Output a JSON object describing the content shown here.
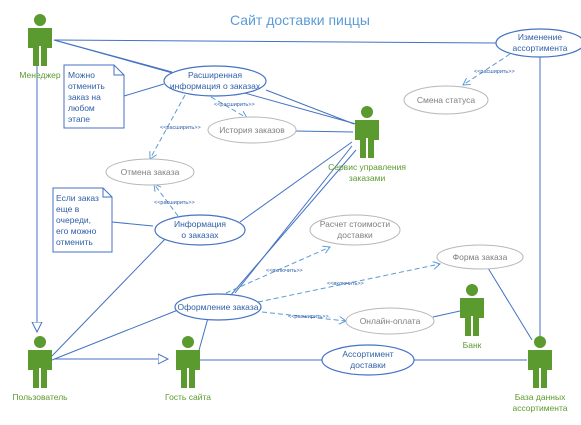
{
  "title": "Сайт доставки пиццы",
  "actors": {
    "manager": "Менеджер",
    "order_service": [
      "Сервис управления",
      "заказами"
    ],
    "user": "Пользователь",
    "guest": "Гость сайта",
    "bank": "Банк",
    "assortment_db": [
      "База данных",
      "ассортимента"
    ]
  },
  "use_cases": {
    "change_assortment": [
      "Изменение",
      "ассортимента"
    ],
    "status_change": "Смена статуса",
    "extended_info": [
      "Расширенная",
      "информация о заказах"
    ],
    "order_history": "История заказов",
    "cancel_order": "Отмена заказа",
    "order_info": [
      "Информация",
      "о заказах"
    ],
    "cost_calc": [
      "Расчет стоимости",
      "доставки"
    ],
    "order_form": "Форма заказа",
    "place_order": "Оформление заказа",
    "online_payment": "Онлайн-оплата",
    "delivery_assortment": [
      "Ассортимент",
      "доставки"
    ]
  },
  "stereotypes": {
    "extend": "<<расширить>>",
    "extend_trailing": "<<расширить>>.",
    "include": "<<включить>>"
  },
  "notes": {
    "manager_note": [
      "Можно",
      "отменить",
      "заказ на",
      "любом",
      "этапе"
    ],
    "queue_note": [
      "Если заказ",
      "еще в",
      "очереди,",
      "его можно",
      "отменить"
    ]
  }
}
